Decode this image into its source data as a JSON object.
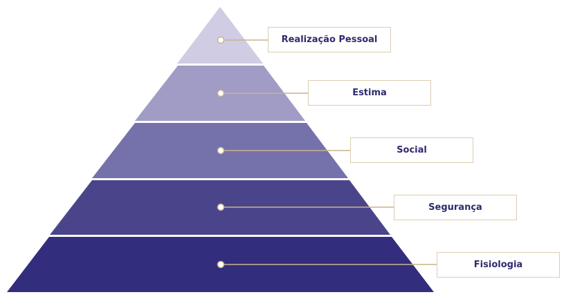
{
  "title": "Pirâmide de Maslow",
  "levels": [
    {
      "label": "Realização Pessoal",
      "color": "#cfcce3"
    },
    {
      "label": "Estima",
      "color": "#a09cc6"
    },
    {
      "label": "Social",
      "color": "#7571aa"
    },
    {
      "label": "Segurança",
      "color": "#4a458b"
    },
    {
      "label": "Fisiologia",
      "color": "#332d7d"
    }
  ],
  "connector_color": "#c9b48c"
}
